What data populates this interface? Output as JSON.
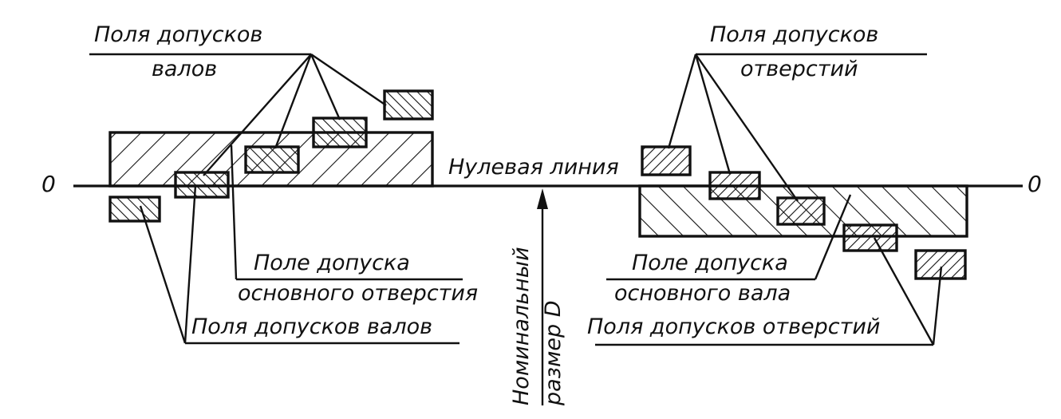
{
  "diagram": {
    "zero_mark": "0",
    "zero_line_label": "Нулевая линия",
    "nominal_size_label": [
      "Номинальный",
      "размер D"
    ],
    "left": {
      "shaft_fields_top": [
        "Поля допусков",
        "валов"
      ],
      "base_hole_field": [
        "Поле допуска",
        "основного отверстия"
      ],
      "shaft_fields_bottom": "Поля допусков валов"
    },
    "right": {
      "hole_fields_top": [
        "Поля допусков",
        "отверстий"
      ],
      "base_shaft_field": [
        "Поле допуска",
        "основного вала"
      ],
      "hole_fields_bottom": "Поля допусков отверстий"
    }
  },
  "colors": {
    "ink": "#111111",
    "paper": "#ffffff"
  }
}
